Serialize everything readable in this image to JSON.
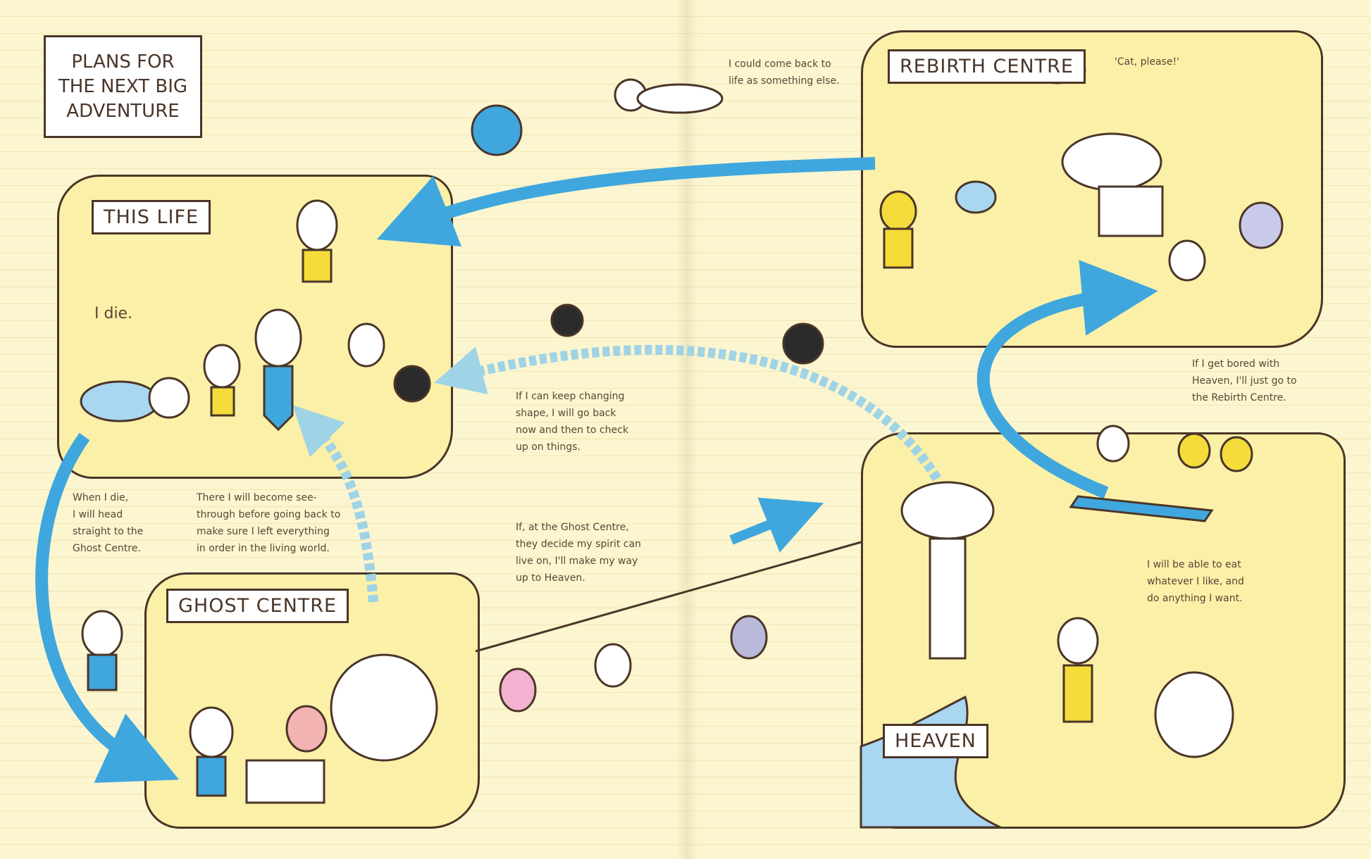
{
  "title": "PLANS FOR\nTHE NEXT BIG\nADVENTURE",
  "panels": {
    "this_life": {
      "label": "THIS LIFE",
      "caption": "I die."
    },
    "ghost_centre": {
      "label": "GHOST CENTRE"
    },
    "rebirth_centre": {
      "label": "REBIRTH CENTRE",
      "speech": "'Cat, please!'"
    },
    "heaven": {
      "label": "HEAVEN"
    }
  },
  "notes": {
    "when_i_die": "When I die,\nI will head\nstraight to the\nGhost Centre.",
    "see_through": "There I will become see-\nthrough before going back to\nmake sure I left everything\nin order in the living world.",
    "changing_shape": "If I can keep changing\nshape, I will go back\nnow and then to check\nup on things.",
    "ghost_centre_decide": "If, at the Ghost Centre,\nthey decide my spirit can\nlive on, I'll make my way\nup to Heaven.",
    "come_back": "I could come back to\nlife as something else.",
    "bored": "If I get bored with\nHeaven, I'll just go to\nthe Rebirth Centre.",
    "eat": "I will be able to eat\nwhatever I like, and\ndo anything I want."
  },
  "colors": {
    "paper": "#fbf5d0",
    "panel": "#fbf0a8",
    "arrow": "#3fa7de",
    "dashed_arrow": "#9fd3e6",
    "ink": "#4a3528"
  }
}
